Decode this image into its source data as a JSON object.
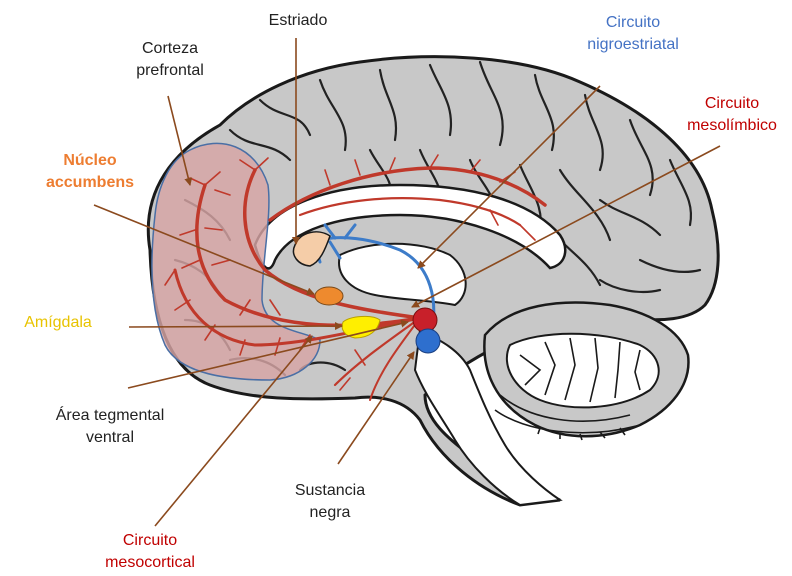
{
  "labels": {
    "estriado": "Estriado",
    "corteza": [
      "Corteza",
      "prefrontal"
    ],
    "nigro": [
      "Circuito",
      "nigroestriatal"
    ],
    "mesolimbico": [
      "Circuito",
      "mesolímbico"
    ],
    "accumbens": [
      "Núcleo",
      "accumbens"
    ],
    "amigdala": "Amígdala",
    "area": [
      "Área tegmental",
      "ventral"
    ],
    "sustancia": [
      "Sustancia",
      "negra"
    ],
    "mesocortical": [
      "Circuito",
      "mesocortical"
    ]
  },
  "colors": {
    "text": "#222222",
    "blue": "#4472c4",
    "red": "#c00000",
    "orange": "#ed7d31",
    "yellow": "#e8c300",
    "arrow": "#8b4a1e",
    "brain_fill": "#c8c8c8",
    "prefrontal_fill": "#d7a5a5",
    "striatum_fill": "#f5cda8",
    "nucleus_orange": "#ee8a2e",
    "amygdala_yellow": "#ffef00",
    "vta_red": "#c8202a",
    "sn_blue": "#2e6fce",
    "vessel_red": "#c0392b",
    "pathway_blue": "#3d7cc9"
  }
}
